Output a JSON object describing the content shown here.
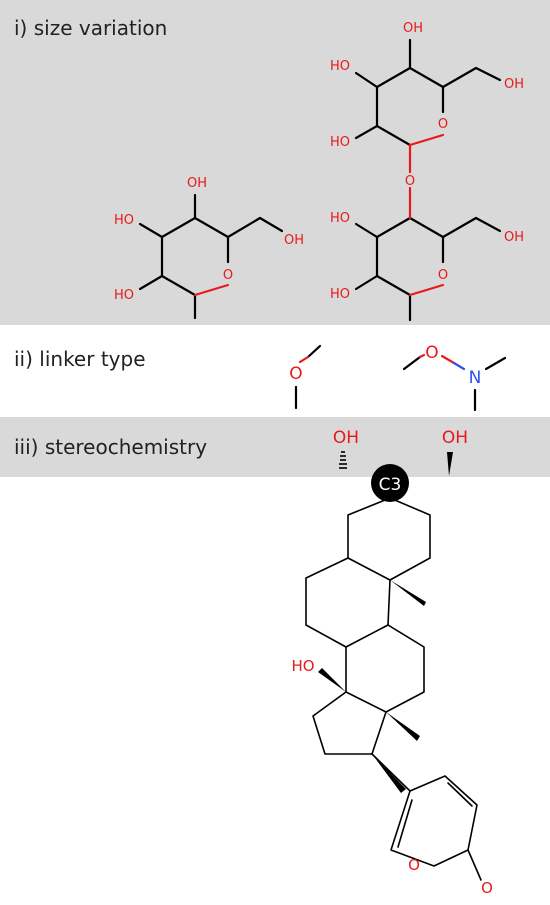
{
  "sections": {
    "size_variation": "i) size variation",
    "linker_type": "ii) linker type",
    "stereochemistry": "iii) stereochemistry"
  },
  "atoms": {
    "oh": "OH",
    "ho": "HO",
    "o": "O",
    "n": "N",
    "c3": "C3"
  },
  "colors": {
    "band": "#d9d9d9",
    "oxygen": "#e8191a",
    "nitrogen": "#3050f8",
    "bond": "#000000",
    "badge": "#000000",
    "badge_text": "#ffffff"
  }
}
